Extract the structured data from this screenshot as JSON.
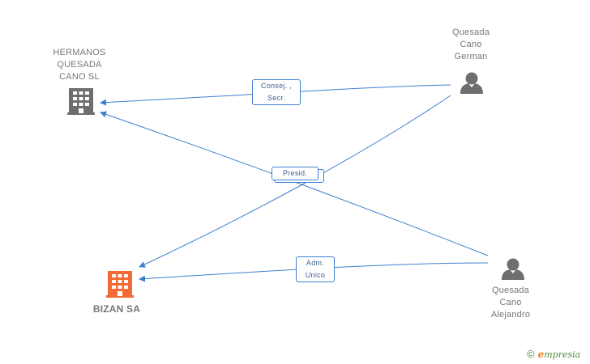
{
  "nodes": {
    "hermanos": {
      "label": "HERMANOS\nQUESADA\nCANO SL",
      "icon": "building-icon",
      "color": "#6e6e6e"
    },
    "bizan": {
      "label": "BIZAN SA",
      "icon": "building-icon",
      "color": "#f26a35"
    },
    "german": {
      "label": "Quesada\nCano\nGerman",
      "icon": "person-icon",
      "color": "#6e6e6e"
    },
    "alejandro": {
      "label": "Quesada\nCano\nAlejandro",
      "icon": "person-icon",
      "color": "#6e6e6e"
    }
  },
  "edges": {
    "consej": {
      "label": "Consej. ,\nSecr."
    },
    "presid": {
      "label": "Presid."
    },
    "adm": {
      "label": "Adm.\nUnico"
    }
  },
  "colors": {
    "edge": "#3f7fd0",
    "text": "#777777"
  },
  "brand": {
    "copyright": "©",
    "e": "e",
    "rest": "mpresia"
  }
}
